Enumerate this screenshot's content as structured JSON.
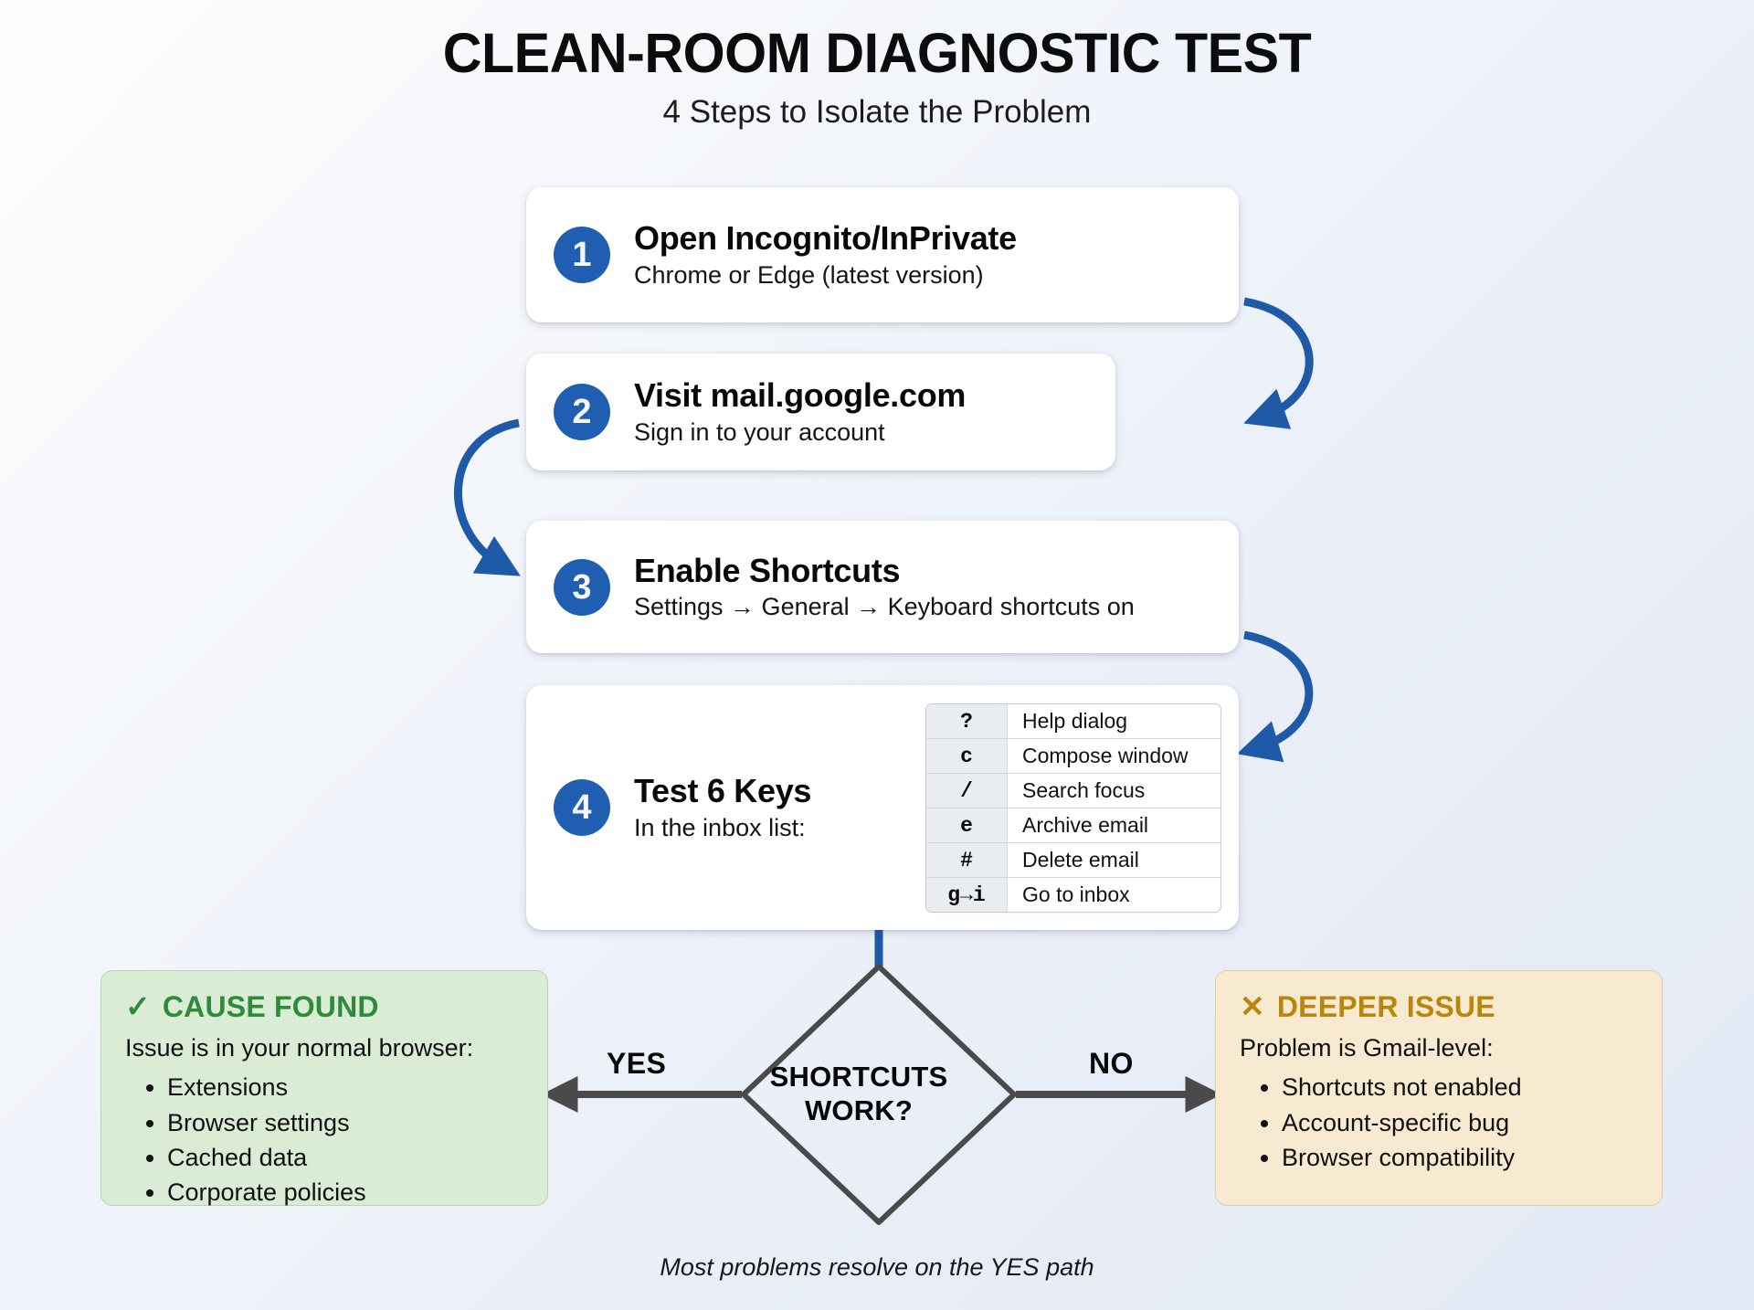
{
  "header": {
    "title": "CLEAN-ROOM DIAGNOSTIC TEST",
    "subtitle": "4 Steps to Isolate the Problem"
  },
  "colors": {
    "badge_blue": "#1f5eb0",
    "arrow_blue": "#1e5aa8",
    "flow_gray": "#4a4a4a",
    "success_green": "#2e8b3b",
    "success_bg": "#daecd6",
    "warning_gold": "#b9860c",
    "warning_bg": "#f7ead0"
  },
  "steps": [
    {
      "number": "1",
      "title": "Open Incognito/InPrivate",
      "subtitle": "Chrome or Edge (latest version)"
    },
    {
      "number": "2",
      "title": "Visit mail.google.com",
      "subtitle": "Sign in to your account"
    },
    {
      "number": "3",
      "title": "Enable Shortcuts",
      "subtitle": "Settings → General → Keyboard shortcuts on"
    },
    {
      "number": "4",
      "title": "Test 6 Keys",
      "subtitle": "In the inbox list:"
    }
  ],
  "shortcut_table": {
    "rows": [
      {
        "key": "?",
        "action": "Help dialog"
      },
      {
        "key": "c",
        "action": "Compose window"
      },
      {
        "key": "/",
        "action": "Search focus"
      },
      {
        "key": "e",
        "action": "Archive email"
      },
      {
        "key": "#",
        "action": "Delete email"
      },
      {
        "key": "g→i",
        "action": "Go to inbox"
      }
    ]
  },
  "decision": {
    "line1": "SHORTCUTS",
    "line2": "WORK?",
    "yes_label": "YES",
    "no_label": "NO"
  },
  "outcomes": {
    "yes": {
      "mark": "✓",
      "heading": "CAUSE FOUND",
      "subtitle": "Issue is in your normal browser:",
      "items": [
        "Extensions",
        "Browser settings",
        "Cached data",
        "Corporate policies"
      ]
    },
    "no": {
      "mark": "✕",
      "heading": "DEEPER ISSUE",
      "subtitle": "Problem is Gmail-level:",
      "items": [
        "Shortcuts not enabled",
        "Account-specific bug",
        "Browser compatibility"
      ]
    }
  },
  "footer": {
    "note": "Most problems resolve on the YES path"
  }
}
